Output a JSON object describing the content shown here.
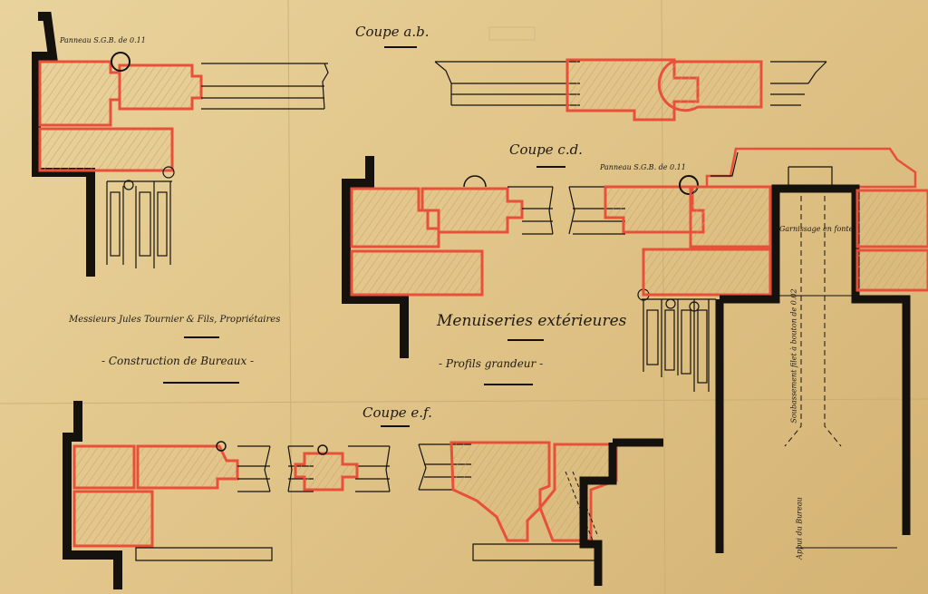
{
  "sections": {
    "ab": {
      "title": "Coupe a.b.",
      "note": "Panneau S.G.B. de 0.11"
    },
    "cd": {
      "title": "Coupe c.d.",
      "note": "Panneau S.G.B. de 0.11",
      "side_note": "Garnissage en fonte",
      "vertical_note": "Soubassement filet à bouton de 0.02"
    },
    "ef": {
      "title": "Coupe e.f.",
      "vertical_note": "Appui du Bureau"
    }
  },
  "cartouche": {
    "owner": "Messieurs Jules Tournier & Fils, Propriétaires",
    "project": "- Construction de Bureaux -",
    "heading": "Menuiseries extérieures",
    "subheading": "- Profils grandeur -"
  },
  "colors": {
    "paper": "#e2c88f",
    "ink": "#1e1a14",
    "wall": "#15120e",
    "wood_edge": "#e8503a"
  }
}
